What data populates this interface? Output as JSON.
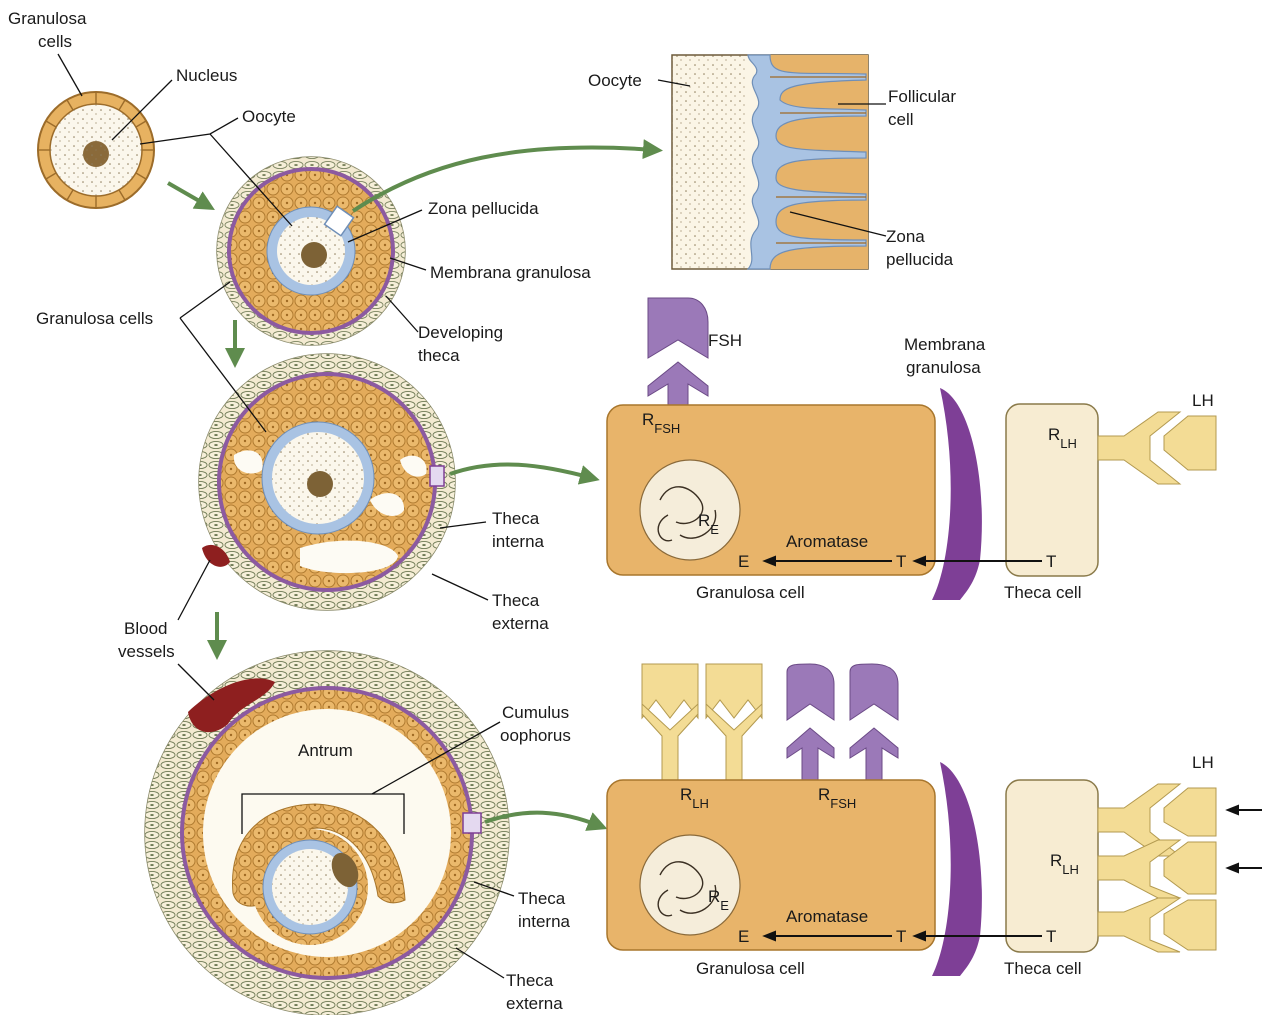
{
  "labels": {
    "granulosa_cells_top_1": "Granulosa",
    "granulosa_cells_top_2": "cells",
    "nucleus": "Nucleus",
    "oocyte": "Oocyte",
    "zona_pellucida": "Zona pellucida",
    "membrana_granulosa": "Membrana granulosa",
    "granulosa_cells_mid": "Granulosa cells",
    "developing_theca_1": "Developing",
    "developing_theca_2": "theca",
    "theca_interna_mid_1": "Theca",
    "theca_interna_mid_2": "interna",
    "theca_externa_mid_1": "Theca",
    "theca_externa_mid_2": "externa",
    "blood_vessels_1": "Blood",
    "blood_vessels_2": "vessels",
    "antrum": "Antrum",
    "cumulus_oophorus_1": "Cumulus",
    "cumulus_oophorus_2": "oophorus",
    "theca_interna_bot_1": "Theca",
    "theca_interna_bot_2": "interna",
    "theca_externa_bot_1": "Theca",
    "theca_externa_bot_2": "externa"
  },
  "inset": {
    "oocyte": "Oocyte",
    "follicular_cell_1": "Follicular",
    "follicular_cell_2": "cell",
    "zona_pellucida_1": "Zona",
    "zona_pellucida_2": "pellucida"
  },
  "panel_mid": {
    "fsh": "FSH",
    "r_fsh_main": "R",
    "r_fsh_sub": "FSH",
    "membrana_1": "Membrana",
    "membrana_2": "granulosa",
    "lh": "LH",
    "r_lh_main": "R",
    "r_lh_sub": "LH",
    "r_e_main": "R",
    "r_e_sub": "E",
    "aromatase": "Aromatase",
    "e": "E",
    "t_granulosa": "T",
    "t_theca": "T",
    "granulosa_cell": "Granulosa cell",
    "theca_cell": "Theca cell"
  },
  "panel_bot": {
    "r_lh_gran_main": "R",
    "r_lh_gran_sub": "LH",
    "r_fsh_main": "R",
    "r_fsh_sub": "FSH",
    "lh": "LH",
    "r_lh_theca_main": "R",
    "r_lh_theca_sub": "LH",
    "r_e_main": "R",
    "r_e_sub": "E",
    "aromatase": "Aromatase",
    "e": "E",
    "t_granulosa": "T",
    "t_theca": "T",
    "granulosa_cell": "Granulosa cell",
    "theca_cell": "Theca cell"
  },
  "colors": {
    "granulosa_fill": "#e8b46a",
    "granulosa_stroke": "#a8762c",
    "zona_blue": "#a9c3e3",
    "fsh_purple": "#9b79b8",
    "membrana_purple": "#7e3f96",
    "lh_yellow": "#f3dc95",
    "theca_cream": "#f7ecd2",
    "blood_red": "#8e1f1f",
    "arrow_green": "#5f8c4e"
  }
}
